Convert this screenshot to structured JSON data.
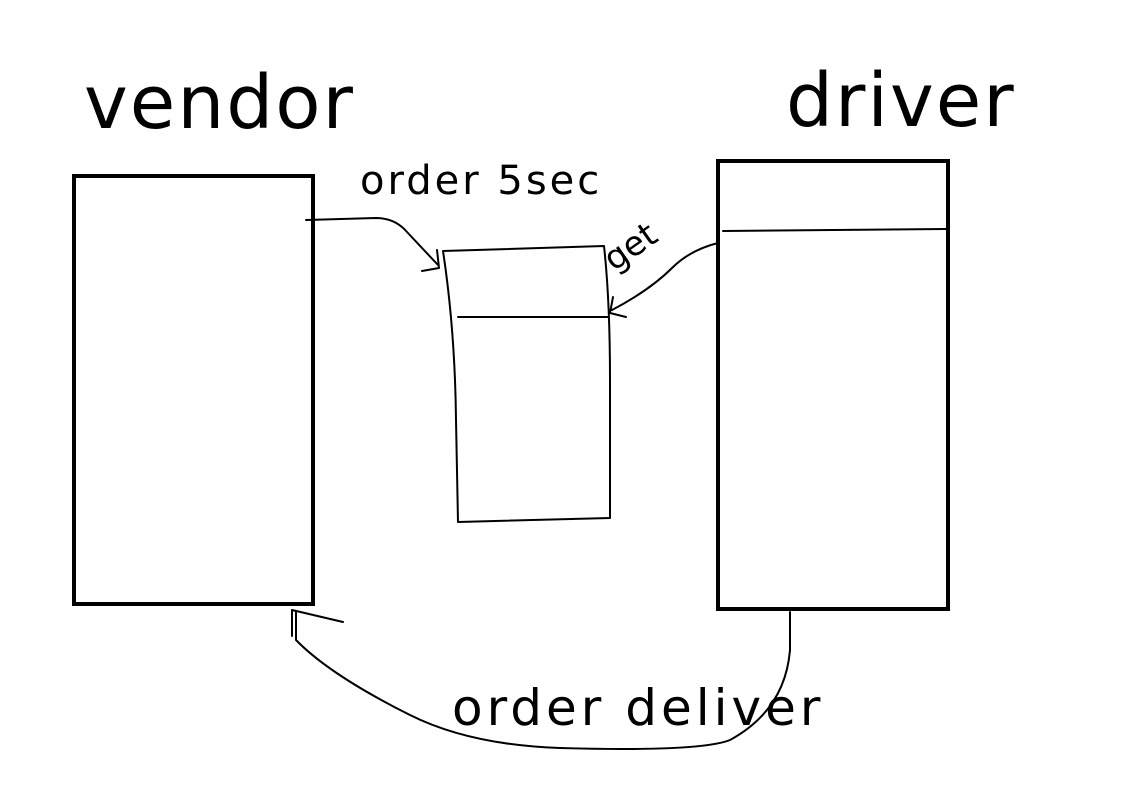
{
  "nodes": {
    "vendor": {
      "label": "vendor"
    },
    "driver": {
      "label": "driver"
    },
    "queue": {
      "label": ""
    }
  },
  "edges": {
    "vendor_to_queue": {
      "label": "order 5sec"
    },
    "driver_from_queue": {
      "label": "get"
    },
    "driver_to_vendor": {
      "label": "order deliver"
    }
  },
  "colors": {
    "ink": "#000000",
    "background": "#ffffff"
  }
}
